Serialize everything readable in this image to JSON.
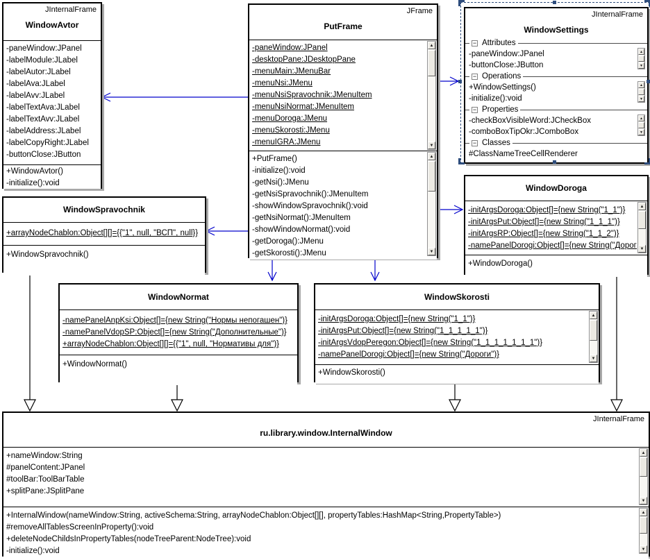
{
  "diagram": {
    "colors": {
      "connector_blue": "#0000cc",
      "generalization_black": "#000000",
      "selection_navy": "#2e4d7d",
      "shadow_gray": "#a9a9a9"
    },
    "icons": {
      "collapse_glyph": "−",
      "scroll_up_glyph": "▲",
      "scroll_down_glyph": "▼"
    },
    "classes": {
      "windowAvtor": {
        "stereotype": "JInternalFrame",
        "name": "WindowAvtor",
        "fields": [
          "-paneWindow:JPanel",
          "-labelModule:JLabel",
          "-labelAutor:JLabel",
          "-labelAva:JLabel",
          "-labelAvv:JLabel",
          "-labelTextAva:JLabel",
          "-labelTextAvv:JLabel",
          "-labelAddress:JLabel",
          "-labelCopyRight:JLabel",
          "-buttonClose:JButton"
        ],
        "methods": [
          "+WindowAvtor()",
          "-initialize():void"
        ]
      },
      "putFrame": {
        "stereotype": "JFrame",
        "name": "PutFrame",
        "fields": [
          "-paneWindow:JPanel",
          "-desktopPane:JDesktopPane",
          "-menuMain:JMenuBar",
          "-menuNsi:JMenu",
          "-menuNsiSpravochnik:JMenuItem",
          "-menuNsiNormat:JMenuItem",
          "-menuDoroga:JMenu",
          "-menuSkorosti:JMenu",
          "-menuIGRA:JMenu"
        ],
        "methods": [
          "+PutFrame()",
          "-initialize():void",
          "-getNsi():JMenu",
          "-getNsiSpravochnik():JMenuItem",
          "-showWindowSpravochnik():void",
          "-getNsiNormat():JMenuItem",
          "-showWindowNormat():void",
          "-getDoroga():JMenu",
          "-getSkorosti():JMenu"
        ]
      },
      "windowSettings": {
        "stereotype": "JInternalFrame",
        "name": "WindowSettings",
        "groups": [
          {
            "label": "Attributes",
            "items": [
              "-paneWindow:JPanel",
              "-buttonClose:JButton"
            ]
          },
          {
            "label": "Operations",
            "items": [
              "+WindowSettings()",
              "-initialize():void"
            ]
          },
          {
            "label": "Properties",
            "items": [
              "-checkBoxVisibleWord:JCheckBox",
              "-comboBoxTipOkr:JComboBox"
            ]
          },
          {
            "label": "Classes",
            "items": [
              "#ClassNameTreeCellRenderer"
            ]
          }
        ]
      },
      "windowDoroga": {
        "name": "WindowDoroga",
        "fields": [
          "-initArgsDoroga:Object[]={new String(\"1_1\")}",
          "-initArgsPut:Object[]={new String(\"1_1_1\")}",
          "-initArgsRP:Object[]={new String(\"1_1_2\")}",
          "-namePanelDorogi:Object[]={new String(\"Дороги\")}"
        ],
        "methods": [
          "+WindowDoroga()"
        ]
      },
      "windowSpravochnik": {
        "name": "WindowSpravochnik",
        "fields": [
          "+arrayNodeChablon:Object[][]={{\"1\", null, \"ВСП\", null}}"
        ],
        "methods": [
          "+WindowSpravochnik()"
        ]
      },
      "windowNormat": {
        "name": "WindowNormat",
        "fields": [
          "-namePanelAnpKsi:Object[]={new String(\"Нормы непогашен\")}",
          "-namePanelVdopSP:Object[]={new String(\"Дополнительные\")}",
          "+arrayNodeChablon:Object[][]={{\"1\", null, \"Нормативы для\")}"
        ],
        "methods": [
          "+WindowNormat()"
        ]
      },
      "windowSkorosti": {
        "name": "WindowSkorosti",
        "fields": [
          "-initArgsDoroga:Object[]={new String(\"1_1\")}",
          "-initArgsPut:Object[]={new String(\"1_1_1_1_1\")}",
          "-initArgsVdopPeregon:Object[]={new String(\"1_1_1_1_1_1_1\")}",
          "-namePanelDorogi:Object[]={new String(\"Дороги\")}"
        ],
        "methods": [
          "+WindowSkorosti()"
        ]
      },
      "internalWindow": {
        "stereotype": "JInternalFrame",
        "name": "ru.library.window.InternalWindow",
        "fields": [
          "+nameWindow:String",
          "#panelContent:JPanel",
          "#toolBar:ToolBarTable",
          "+splitPane:JSplitPane"
        ],
        "methods": [
          "+InternalWindow(nameWindow:String, activeSchema:String, arrayNodeChablon:Object[][], propertyTables:HashMap<String,PropertyTable>)",
          "#removeAllTablesScreenInProperty():void",
          "+deleteNodeChildsInPropertyTables(nodeTreeParent:NodeTree):void",
          "-initialize():void"
        ]
      }
    }
  }
}
